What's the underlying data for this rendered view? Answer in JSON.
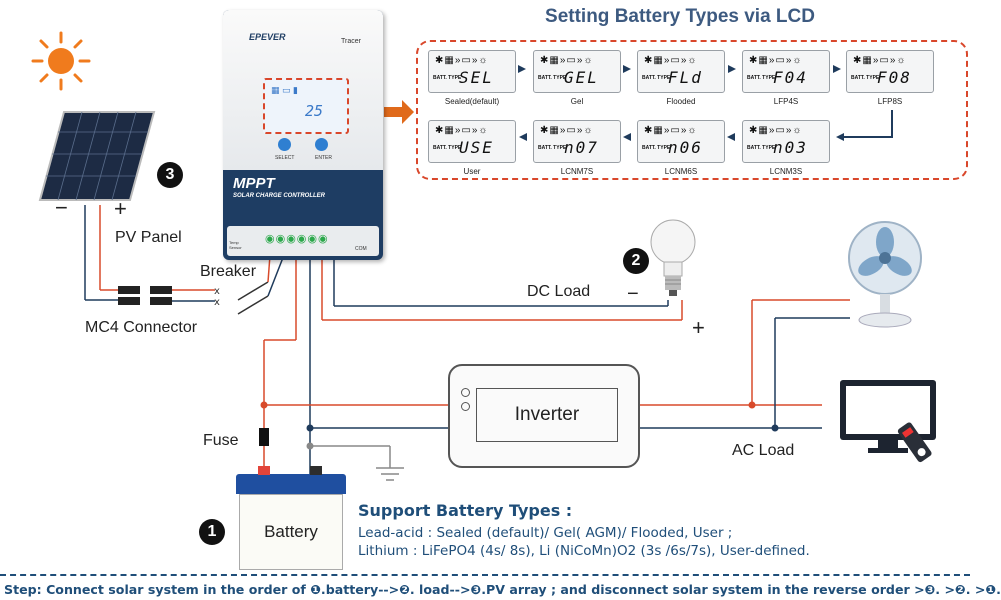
{
  "lcd_section": {
    "title": "Setting Battery Types via LCD",
    "batt_type_text": "BATT. TYPE",
    "row1": [
      {
        "code": "SEL",
        "name": "Sealed(default)"
      },
      {
        "code": "GEL",
        "name": "Gel"
      },
      {
        "code": "FLd",
        "name": "Flooded"
      },
      {
        "code": "F04",
        "name": "LFP4S"
      },
      {
        "code": "F08",
        "name": "LFP8S"
      }
    ],
    "row2": [
      {
        "code": "USE",
        "name": "User"
      },
      {
        "code": "n07",
        "name": "LCNM7S"
      },
      {
        "code": "n06",
        "name": "LCNM6S"
      },
      {
        "code": "n03",
        "name": "LCNM3S"
      }
    ]
  },
  "controller": {
    "brand": "EPEVER",
    "model": "Tracer",
    "mppt": "MPPT",
    "subtitle": "SOLAR CHARGE CONTROLLER",
    "select": "SELECT",
    "enter": "ENTER",
    "display_value": "25",
    "temp_sensor": "Temp Sensor",
    "com": "COM"
  },
  "labels": {
    "pv_panel": "PV Panel",
    "breaker": "Breaker",
    "mc4": "MC4 Connector",
    "dc_load": "DC Load",
    "fuse": "Fuse",
    "inverter": "Inverter",
    "ac_load": "AC Load",
    "battery": "Battery",
    "minus": "−",
    "plus": "+"
  },
  "badges": {
    "one": "1",
    "two": "2",
    "three": "3"
  },
  "support": {
    "heading": "Support Battery Types :",
    "line1": "Lead-acid : Sealed (default)/ Gel( AGM)/ Flooded, User ;",
    "line2": "Lithium : LiFePO4 (4s/ 8s), Li (NiCoMn)O2 (3s /6s/7s), User-defined."
  },
  "footer": "Step: Connect solar system in the order of ❶.battery-->❷. load-->❸.PV array ; and disconnect solar system in the reverse order >❸. >❷. >❶.",
  "colors": {
    "positive_wire": "#d84a2b",
    "negative_wire": "#1f3b5c",
    "accent_blue": "#1f4e79",
    "dashed_red": "#d9472b"
  }
}
